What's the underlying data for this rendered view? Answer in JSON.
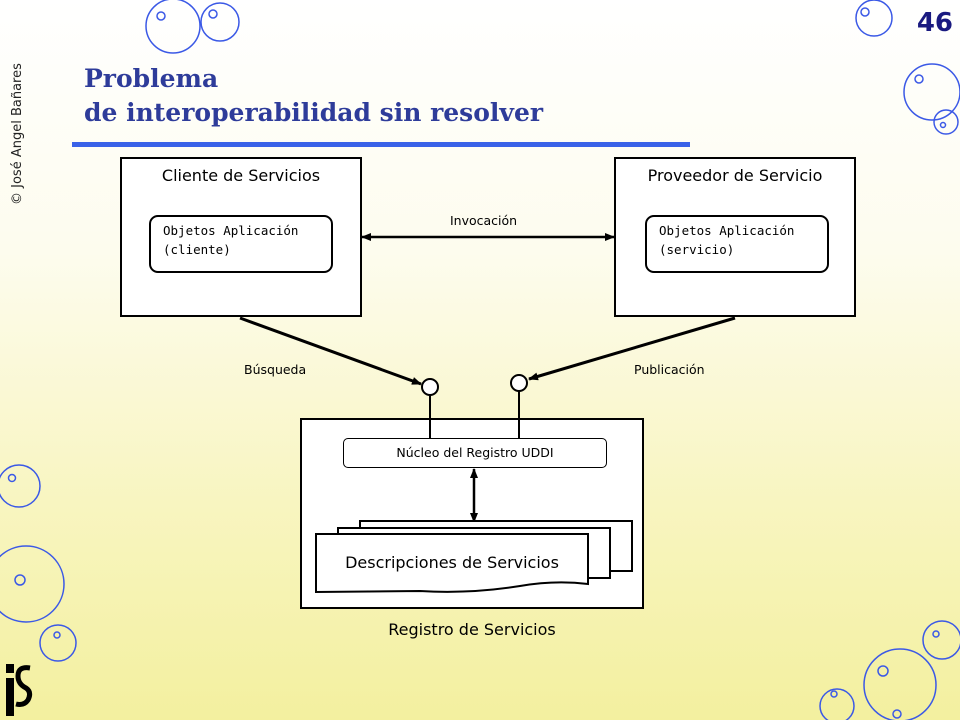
{
  "page": {
    "number": "46",
    "copyright": "© José Angel Bañares"
  },
  "title": {
    "line1": "Problema",
    "line2": "de interoperabilidad sin resolver"
  },
  "client": {
    "title": "Cliente de Servicios",
    "inner_line1": "Objetos Aplicación",
    "inner_line2": "(cliente)"
  },
  "provider": {
    "title": "Proveedor de Servicio",
    "inner_line1": "Objetos Aplicación",
    "inner_line2": "(servicio)"
  },
  "links": {
    "invocation": "Invocación",
    "search": "Búsqueda",
    "publication": "Publicación"
  },
  "registry": {
    "core": "Núcleo del Registro UDDI",
    "descriptions": "Descripciones de Servicios",
    "label": "Registro de Servicios"
  },
  "colors": {
    "title": "#2e3c9a",
    "rule": "#3a62e8",
    "bubble": "#3b59e6"
  },
  "logo": {
    "name": "is-logo-icon"
  }
}
